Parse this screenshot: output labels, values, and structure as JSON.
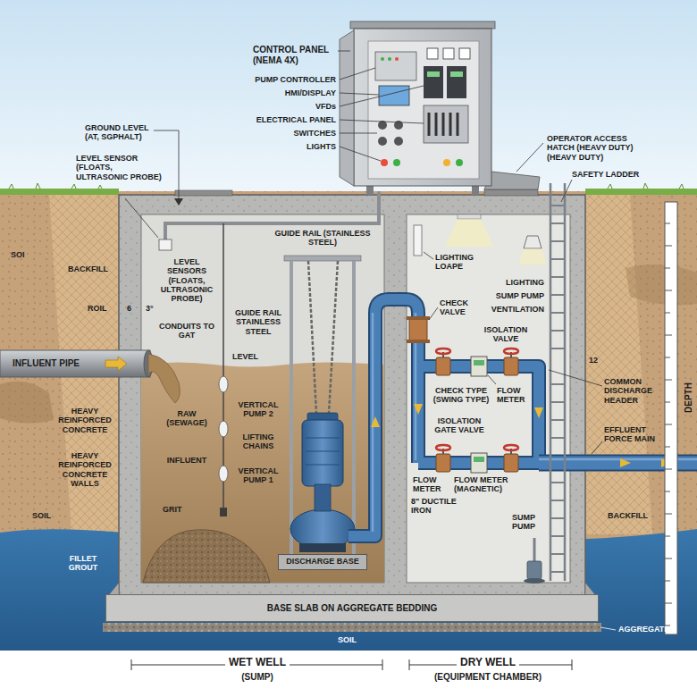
{
  "diagram": {
    "nodes": [
      {
        "text": [
          "BASE SLAB ON AGGREGATE BEDDING"
        ]
      },
      {
        "text": [
          "DISCHARGE BASE"
        ]
      }
    ],
    "labels": [
      "CONTROL PANEL (NEMA 4X)",
      "PUMP CONTROLLER",
      "HMI/DISPLAY",
      "VFDs",
      "ELECTRICAL PANEL",
      "SWITCHES",
      "LIGHTS",
      "GROUND LEVEL (AT, SGPHALT)",
      "LEVEL SENSOR (FLOATS, ULTRASONIC PROBE)",
      "OPERATOR ACCESS HATCH (HEAVY DUTY) (HEAVY DUTY)",
      "SAFETY LADDER",
      "SOI",
      "BACKFILL",
      "ROIL",
      "6",
      "3°",
      "LEVEL SENSORS (FLOATS, ULTRASONIC PROBE)",
      "CONDUITS TO GAT",
      "LEVEL",
      "RAW (SEWAGE)",
      "INFLUENT",
      "GRIT",
      "INFLUENT PIPE",
      "HEAVY REINFORCED CONCRETE",
      "HEAVY REINFORCED CONCRETE WALLS",
      "SOIL",
      "FILLET GROUT",
      "GUIDE RAIL (STAINLESS STEEL)",
      "GUIDE RAIL STAINLESS STEEL",
      "VERTICAL PUMP 2",
      "LIFTING CHAINS",
      "VERTICAL PUMP 1",
      "LIGHTING LOAPE",
      "CHECK VALVE",
      "LIGHTING",
      "SUMP PUMP",
      "VENTILATION",
      "ISOLATION VALVE",
      "CHECK TYPE (SWING TYPE)",
      "FLOW METER",
      "ISOLATION GATE VALVE",
      "FLOW METER",
      "FLOW METER (MAGNETIC)",
      "8\" DUCTILE IRON",
      "SUMP PUMP",
      "12",
      "COMMON DISCHARGE HEADER",
      "EFFLUENT FORCE MAIN",
      "DEPTH",
      "BACKFILL",
      "SOIL",
      "AGGREGATE",
      "WET WELL",
      "(SUMP)",
      "DRY WELL",
      "(EQUIPMENT CHAMBER)"
    ]
  }
}
